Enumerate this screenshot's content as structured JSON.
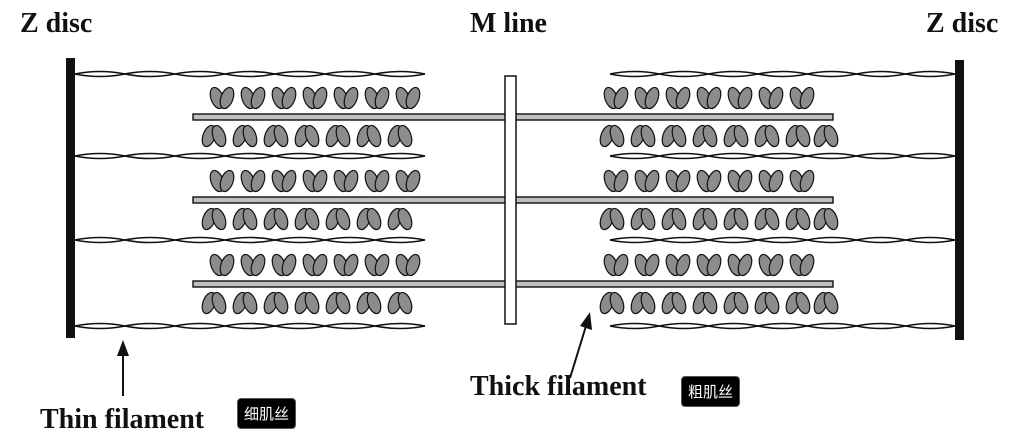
{
  "labels": {
    "z_disc_left": "Z disc",
    "m_line": "M line",
    "z_disc_right": "Z disc",
    "thick_filament": "Thick filament",
    "thin_filament": "Thin filament"
  },
  "badges": {
    "thick_filament": "粗肌丝",
    "thin_filament": "细肌丝"
  },
  "colors": {
    "ink": "#111111",
    "myosin_head": "#8c8c8c",
    "thick_filament_fill": "#bfbfbf"
  }
}
